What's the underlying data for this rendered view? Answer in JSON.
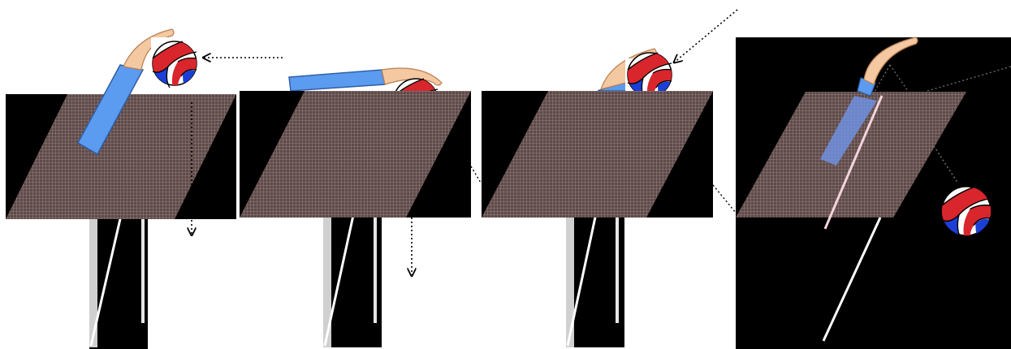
{
  "palette": {
    "background": "#ffffff",
    "panel_fill": "#000000",
    "net_fill": "#5e4a49",
    "net_line": "#a69190",
    "pole": "#ffffff",
    "pole_frame": "#c8c8c8",
    "sleeve": "#5b9bf0",
    "sleeve_edge": "#2f5fa6",
    "sleeve_transparent": "#6f93e8",
    "skin": "#f4c8a0",
    "skin_edge": "#b97f54",
    "ball_red": "#d8262c",
    "ball_blue": "#1b3fd6",
    "ball_white": "#ffffff",
    "arrow": "#000000"
  },
  "scenes": [
    {
      "name": "scene-1",
      "ball": "above-net",
      "arm": "raised",
      "arrow_in": "horizontal",
      "arrow_down": true
    },
    {
      "name": "scene-2",
      "ball": "on-net",
      "arm": "flat",
      "arrow_in": "none",
      "arrow_down": true
    },
    {
      "name": "scene-3",
      "ball": "above-net",
      "arm": "raised",
      "arrow_in": "diagonal",
      "arrow_down": false
    },
    {
      "name": "scene-4",
      "ball": "fallen",
      "arm": "transparent",
      "arrow_in": "none",
      "arrow_down": false
    }
  ]
}
